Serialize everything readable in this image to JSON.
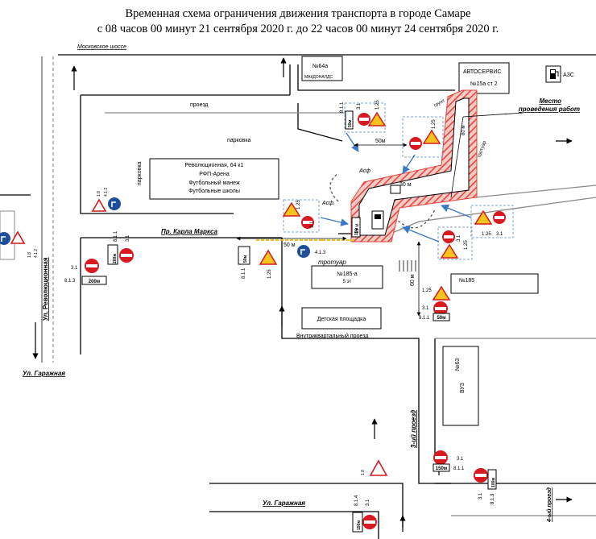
{
  "title": {
    "line1": "Временная схема ограничения движения транспорта в городе Самаре",
    "line2": "с 08 часов 00 минут 21 сентября 2020 г. до 22 часов 00 минут 24 сентября 2020 г."
  },
  "streets": {
    "moskovskoe": "Московское шоссе",
    "karla_marksa": "Пр. Карла Маркса",
    "revolyutsionnaya": "Ул. Революционная",
    "garazhnaya_left": "Ул. Гаражная",
    "garazhnaya_bottom": "Ул. Гаражная",
    "third_proezd": "3-ий проезд",
    "fourth_proezd": "4-ый проезд",
    "inner_proezd": "Внутриквартальный проезд",
    "proezd": "проезд",
    "parkovka_top": "парковка",
    "parkovka_side": "парковка",
    "trotuar": "тротуар",
    "trotuar_top": "тротуар"
  },
  "buildings": {
    "b64a_num": "№64а",
    "b64a_name": "МАКДОНАЛДС",
    "avtoservis_name": "АВТОСЕРВИС",
    "avtoservis_num": "№15а ст 2",
    "azs_label": "АЗС",
    "arena_l1": "Революционная, 64 к1",
    "arena_l2": "РФП-Арена",
    "arena_l3": "Футбольный манеж",
    "arena_l4": "Футбольные школы",
    "b185a_l1": "№185-а",
    "b185a_l2": "5 эт",
    "b185": "№185",
    "playground": "Детская площадка",
    "vuz_num": "№63",
    "vuz": "ВУЗ"
  },
  "work_zone": {
    "label_l1": "Место",
    "label_l2": "проведения работ",
    "asf1": "Асф",
    "asf2": "Асф.",
    "gruppa": "грунт",
    "dist_top": "50м",
    "dist_mid": "30 м",
    "dist_vert": "15 м",
    "dist_side": "60 м"
  },
  "distances": {
    "karla_marksa": "50 м",
    "vert_right": "60 м"
  },
  "sign_codes": {
    "c1_25": "1.25",
    "c3_1": "3.1",
    "c8_1_1": "8.1.1",
    "c8_1_3": "8.1.3",
    "c8_1_4": "8.1.4",
    "c4_1_3": "4.1.3",
    "c4_1_2": "4.1.2",
    "c1_8": "1.8"
  },
  "plates": {
    "p50": "50м",
    "p100": "100м",
    "p150": "150м",
    "p200": "200м",
    "p15": "15м"
  },
  "colors": {
    "road_line": "#000000",
    "hatch": "#e0433a",
    "dashed_blue": "#7fa3c9",
    "blue_arrow": "#3a78c8",
    "sign_red": "#d71920",
    "sign_yellow": "#f6c21c",
    "sign_blue": "#1d4f9c",
    "barrier": "#f0c020"
  },
  "icons": [
    "no-entry-sign-icon",
    "road-works-sign-icon",
    "turn-direction-sign-icon",
    "warning-triangle-icon",
    "fuel-pump-icon",
    "direction-arrow-icon",
    "distance-plate-icon"
  ]
}
